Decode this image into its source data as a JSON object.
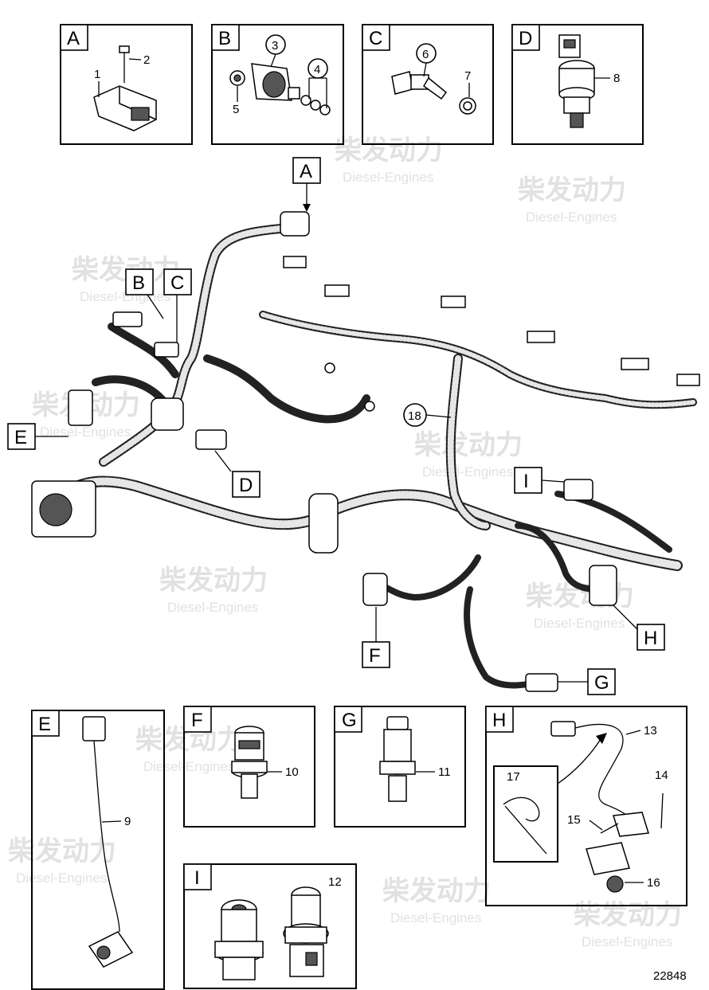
{
  "drawing_number": "22848",
  "watermark": {
    "brand_cn": "柴发动力",
    "brand_en": "Diesel-Engines"
  },
  "detail_boxes": [
    {
      "letter": "A",
      "items": [
        "1",
        "2"
      ]
    },
    {
      "letter": "B",
      "items": [
        "3",
        "4",
        "5"
      ]
    },
    {
      "letter": "C",
      "items": [
        "6",
        "7"
      ]
    },
    {
      "letter": "D",
      "items": [
        "8"
      ]
    },
    {
      "letter": "E",
      "items": [
        "9"
      ]
    },
    {
      "letter": "F",
      "items": [
        "10"
      ]
    },
    {
      "letter": "G",
      "items": [
        "11"
      ]
    },
    {
      "letter": "H",
      "items": [
        "13",
        "14",
        "15",
        "16",
        "17"
      ]
    },
    {
      "letter": "I",
      "items": [
        "12"
      ]
    }
  ],
  "main_callouts": [
    "A",
    "B",
    "C",
    "D",
    "E",
    "F",
    "G",
    "H",
    "I"
  ],
  "main_item_number": "18"
}
